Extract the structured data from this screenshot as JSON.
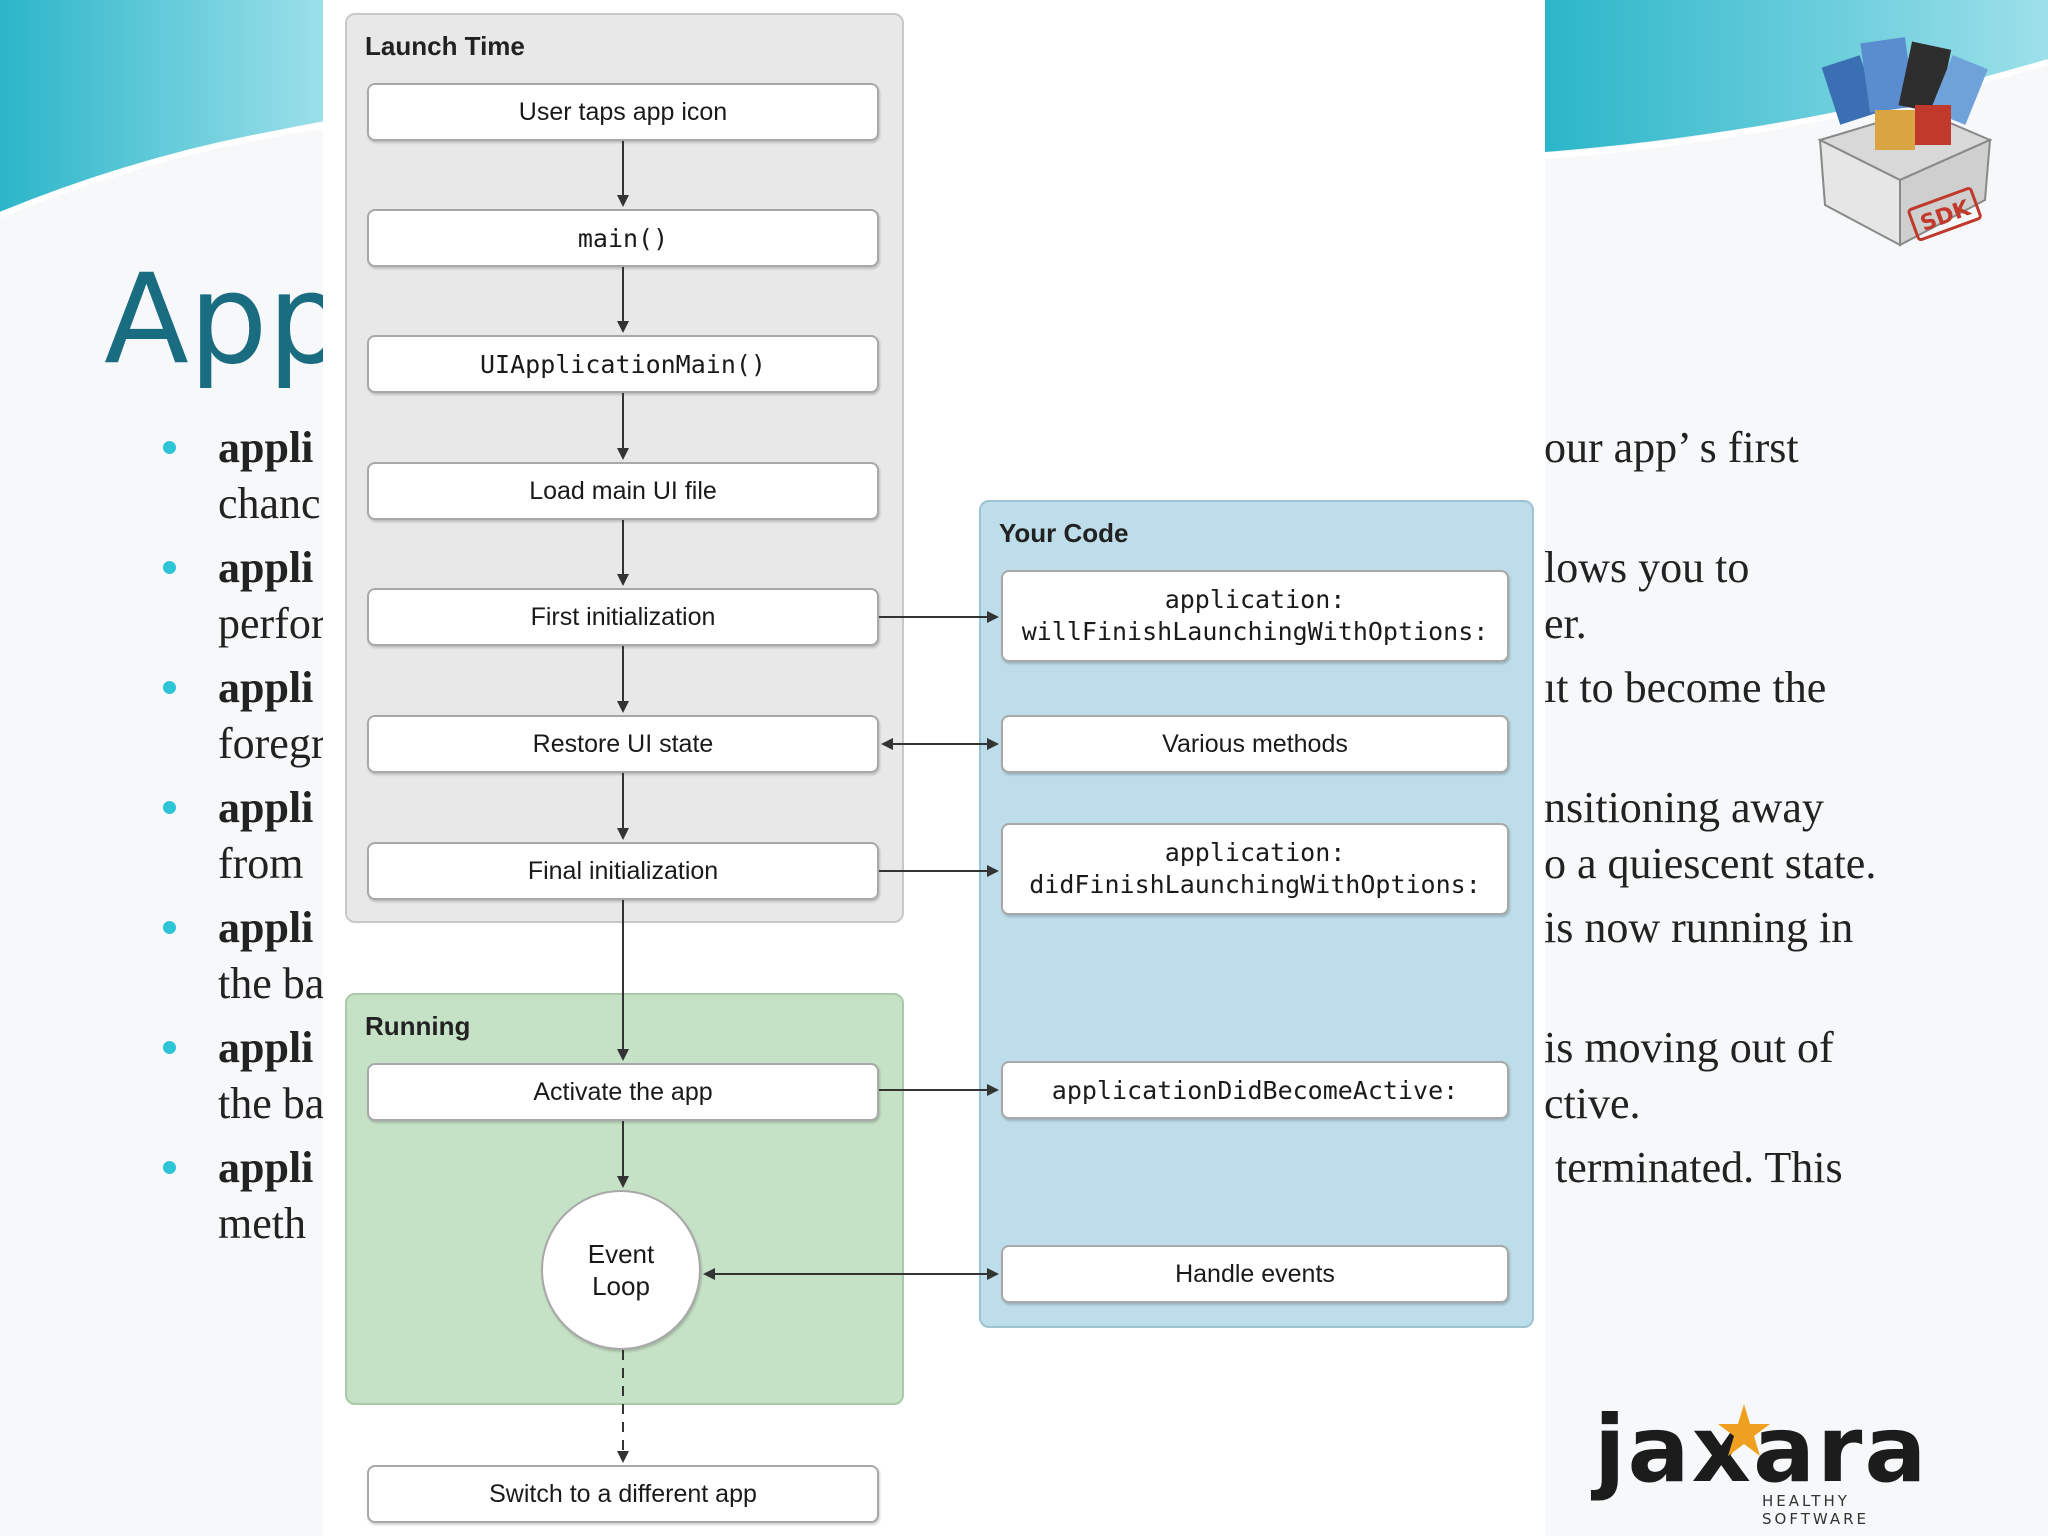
{
  "slide": {
    "title": "App",
    "bullets": [
      {
        "left1": "appli",
        "left2": "chanc",
        "right1": "our app’ s first",
        "right2": ""
      },
      {
        "left1": "appli",
        "left2": "perfor",
        "right1": "lows you to",
        "right2": "er."
      },
      {
        "left1": "appli",
        "left2": "foregr",
        "right1": "ıt to become the",
        "right2": ""
      },
      {
        "left1": "appli",
        "left2": "from",
        "right1": "nsitioning away",
        "right2": "o a quiescent state."
      },
      {
        "left1": "appli",
        "left2": "the ba",
        "right1": "is now running in",
        "right2": ""
      },
      {
        "left1": "appli",
        "left2": "the ba",
        "right1": "is moving out of",
        "right2": "ctive."
      },
      {
        "left1": "appli",
        "left2": "meth",
        "right1": " terminated. This",
        "right2": ""
      }
    ]
  },
  "diagram": {
    "launch": {
      "title": "Launch Time",
      "steps": [
        "User taps app icon",
        "main()",
        "UIApplicationMain()",
        "Load main UI file",
        "First initialization",
        "Restore UI state",
        "Final initialization"
      ]
    },
    "running": {
      "title": "Running",
      "activate": "Activate the app",
      "loop_line1": "Event",
      "loop_line2": "Loop"
    },
    "your_code": {
      "title": "Your Code",
      "will_line1": "application:",
      "will_line2": "willFinishLaunchingWithOptions:",
      "various": "Various methods",
      "did_line1": "application:",
      "did_line2": "didFinishLaunchingWithOptions:",
      "active": "applicationDidBecomeActive:",
      "handle": "Handle events"
    },
    "switch": "Switch to a different app"
  },
  "branding": {
    "sdk_label": "SDK",
    "logo_text": "jaxara",
    "logo_tagline": "HEALTHY SOFTWARE"
  },
  "colors": {
    "title": "#1a6c80",
    "bullet": "#2fc3d8",
    "running_bg": "#c6e2c6",
    "code_bg": "#bcdde9",
    "launch_bg": "#e8e8e8"
  }
}
